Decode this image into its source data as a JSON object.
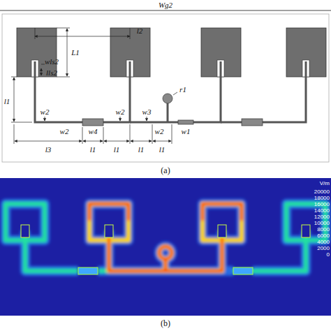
{
  "diagram": {
    "labels": [
      "Wg2",
      "l2",
      "L1",
      "wls2",
      "lls2",
      "r1",
      "l1",
      "w2",
      "w2",
      "w4",
      "w2",
      "w3",
      "w2",
      "w1",
      "l3",
      "l1",
      "l1",
      "l1",
      "l1",
      "(a)",
      "V/m",
      "20000",
      "18000",
      "16000",
      "14000",
      "12000",
      "10000",
      "8000",
      "6000",
      "4000",
      "2000",
      "0",
      "(b)"
    ]
  }
}
